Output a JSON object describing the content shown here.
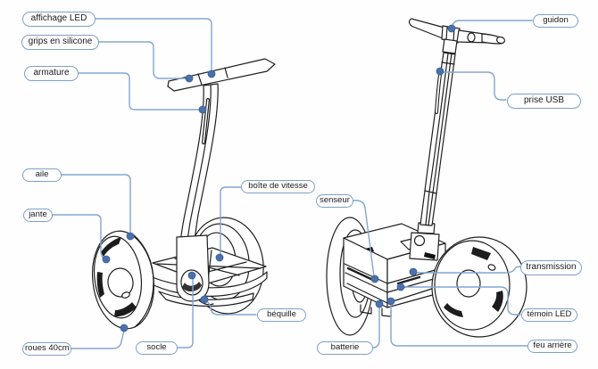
{
  "diagram": {
    "subject": "gyropode-segway-schema",
    "labels": [
      {
        "id": "affichage-led",
        "text": "affichage LED"
      },
      {
        "id": "grips-en-silicone",
        "text": "grips en silicone"
      },
      {
        "id": "armature",
        "text": "armature"
      },
      {
        "id": "aile",
        "text": "aile"
      },
      {
        "id": "jante",
        "text": "jante"
      },
      {
        "id": "roues-40cm",
        "text": "roues 40cm"
      },
      {
        "id": "socle",
        "text": "socle"
      },
      {
        "id": "boite-de-vitesse",
        "text": "boîte de vitesse"
      },
      {
        "id": "bequille",
        "text": "béquille"
      },
      {
        "id": "senseur",
        "text": "senseur"
      },
      {
        "id": "batterie",
        "text": "batterie"
      },
      {
        "id": "guidon",
        "text": "guidon"
      },
      {
        "id": "prise-usb",
        "text": "prise USB"
      },
      {
        "id": "transmission",
        "text": "transmission"
      },
      {
        "id": "temoin-led",
        "text": "témoin LED"
      },
      {
        "id": "feu-arriere",
        "text": "feu arrière"
      }
    ],
    "colors": {
      "background": "#ffffff",
      "connector_line": "#84a6cd",
      "anchor_dot": "#4a71ad",
      "label_border": "#7e9fc9",
      "label_text": "#1a1a1a",
      "artwork_stroke": "#1f1f1f"
    }
  }
}
